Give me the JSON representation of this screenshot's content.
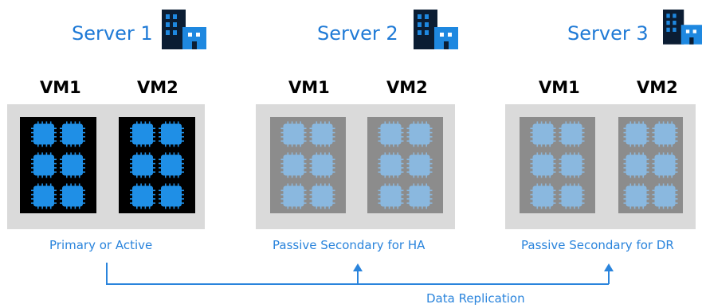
{
  "colors": {
    "accent": "#2a84dc",
    "active_vm_bg": "#000000",
    "active_chip": "#1f8fe6",
    "passive_vm_bg": "#8c8c8c",
    "passive_chip": "#8ab8df",
    "host_bg": "#dadada",
    "building_dark": "#0b1d33",
    "building_light": "#1e88e0"
  },
  "servers": [
    {
      "title": "Server 1",
      "icon": "building-icon",
      "vms": [
        "VM1",
        "VM2"
      ],
      "role": "Primary or Active",
      "state": "active"
    },
    {
      "title": "Server 2",
      "icon": "building-icon",
      "vms": [
        "VM1",
        "VM2"
      ],
      "role": "Passive Secondary for HA",
      "state": "passive"
    },
    {
      "title": "Server 3",
      "icon": "building-icon",
      "vms": [
        "VM1",
        "VM2"
      ],
      "role": "Passive Secondary for DR",
      "state": "passive"
    }
  ],
  "replication": {
    "label": "Data Replication"
  }
}
